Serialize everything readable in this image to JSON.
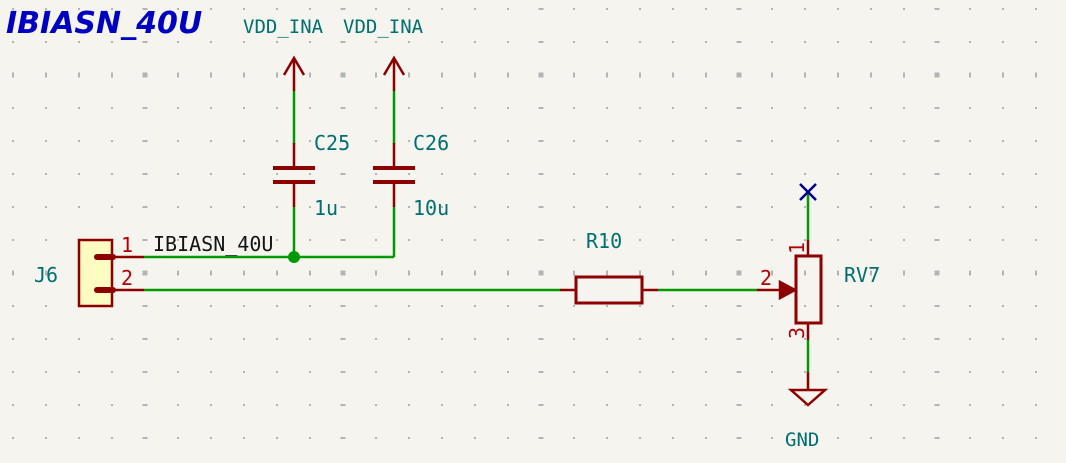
{
  "colors": {
    "background": "#f5f4ef",
    "grid": "#b4b4b4",
    "wire": "#009a00",
    "symbol": "#8c0000",
    "pin_number": "#b40000",
    "reference": "#006f6f",
    "hier_label": "#0000c2",
    "no_connect": "#00008c",
    "connector_fill": "#fffcc2"
  },
  "labels": {
    "hier_label": "IBIASN_40U",
    "net_label": "IBIASN_40U"
  },
  "power": [
    {
      "name": "VDD_INA"
    },
    {
      "name": "VDD_INA"
    },
    {
      "name": "GND"
    }
  ],
  "components": {
    "c25": {
      "ref": "C25",
      "value": "1u"
    },
    "c26": {
      "ref": "C26",
      "value": "10u"
    },
    "j6": {
      "ref": "J6",
      "pins": [
        "1",
        "2"
      ]
    },
    "r10": {
      "ref": "R10"
    },
    "rv7": {
      "ref": "RV7",
      "pins": [
        "1",
        "2",
        "3"
      ]
    }
  }
}
